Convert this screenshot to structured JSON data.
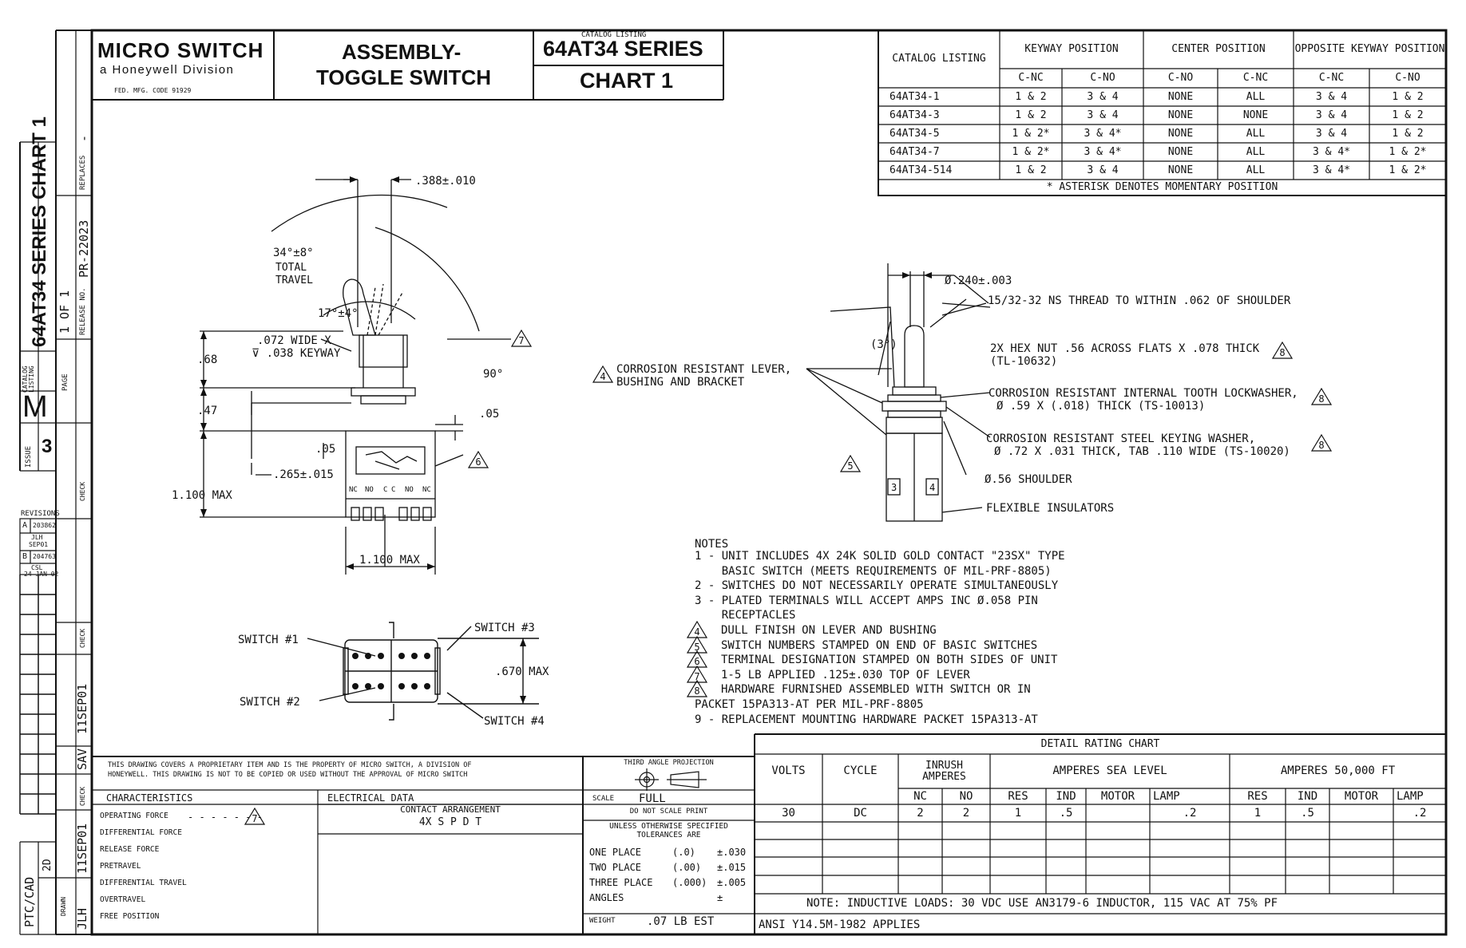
{
  "title_block": {
    "brand": "MICRO SWITCH",
    "division": "a Honeywell Division",
    "fed_code": "FED. MFG. CODE 91929",
    "title_line1": "ASSEMBLY-",
    "title_line2": "TOGGLE SWITCH",
    "catalog_listing_caption": "CATALOG LISTING",
    "series": "64AT34 SERIES",
    "chart": "CHART 1"
  },
  "side_strip": {
    "catalog_listing_label": "CATALOG LISTING",
    "series_chart": "64AT34 SERIES CHART 1",
    "m_mark": "M",
    "issue_label": "ISSUE",
    "issue": "3",
    "page_label": "PAGE",
    "page": "1 OF 1",
    "release_label": "RELEASE NO.",
    "release_no": "PR-22023",
    "replaces_label": "REPLACES",
    "replaces": "-",
    "check_label": "CHECK",
    "date_1": "11SEP01",
    "sav": "SAV",
    "drawn_label": "DRAWN",
    "date_2": "11SEP01",
    "jlh": "JLH",
    "ptc_cad": "PTC/CAD",
    "two_d": "2D"
  },
  "revisions": {
    "label": "REVISIONS",
    "rows": [
      {
        "letter": "A",
        "number": "203862",
        "by": "JLH",
        "date": "SEP01"
      },
      {
        "letter": "B",
        "number": "204763",
        "by": "CSL",
        "date": "24 JAN 02"
      }
    ]
  },
  "catalog_table": {
    "header_catalog": "CATALOG LISTING",
    "groups": [
      "KEYWAY POSITION",
      "CENTER POSITION",
      "OPPOSITE KEYWAY POSITION"
    ],
    "sub_headers": [
      "C-NC",
      "C-NO",
      "C-NO",
      "C-NC",
      "C-NC",
      "C-NO"
    ],
    "rows": [
      [
        "64AT34-1",
        "1 & 2",
        "3 & 4",
        "NONE",
        "ALL",
        "3 & 4",
        "1 & 2"
      ],
      [
        "64AT34-3",
        "1 & 2",
        "3 & 4",
        "NONE",
        "NONE",
        "3 & 4",
        "1 & 2"
      ],
      [
        "64AT34-5",
        "1 & 2*",
        "3 & 4*",
        "NONE",
        "ALL",
        "3 & 4",
        "1 & 2"
      ],
      [
        "64AT34-7",
        "1 & 2*",
        "3 & 4*",
        "NONE",
        "ALL",
        "3 & 4*",
        "1 & 2*"
      ],
      [
        "64AT34-514",
        "1 & 2",
        "3 & 4",
        "NONE",
        "ALL",
        "3 & 4*",
        "1 & 2*"
      ]
    ],
    "footnote": "* ASTERISK DENOTES MOMENTARY POSITION"
  },
  "left_view": {
    "dim_388": ".388±.010",
    "travel_34": "34°±8°",
    "total_travel": "TOTAL TRAVEL",
    "travel_17": "17°±4°",
    "keyway_1": ".072 WIDE X",
    "keyway_2": "⊽ .038 KEYWAY",
    "dim_68": ".68",
    "dim_47": ".47",
    "angle_90": "90°",
    "dim_05a": ".05",
    "dim_05b": ".05",
    "dim_265": ".265±.015",
    "dim_1100_max_v": "1.100 MAX",
    "dim_1100_max_h": "1.100 MAX",
    "terminals": [
      "NC",
      "NO",
      "C",
      "C",
      "NO",
      "NC"
    ],
    "callout_7": "7",
    "callout_6": "6"
  },
  "bottom_view": {
    "switch_1": "SWITCH #1",
    "switch_2": "SWITCH #2",
    "switch_3": "SWITCH #3",
    "switch_4": "SWITCH #4",
    "dim_670": ".670 MAX"
  },
  "right_view": {
    "dim_240": "Ø.240±.003",
    "thread": "15/32-32 NS THREAD TO WITHIN .062 OF SHOULDER",
    "angle_3": "(3°)",
    "hex_nut_1": "2X HEX NUT .56 ACROSS FLATS X .078 THICK",
    "hex_nut_2": "(TL-10632)",
    "lock_1": "CORROSION RESISTANT INTERNAL TOOTH LOCKWASHER,",
    "lock_2": "Ø .59 X (.018) THICK (TS-10013)",
    "key_1": "CORROSION RESISTANT STEEL KEYING WASHER,",
    "key_2": "Ø .72 X .031 THICK, TAB .110 WIDE (TS-10020)",
    "shoulder": "Ø.56 SHOULDER",
    "insulators": "FLEXIBLE INSULATORS",
    "corr_1": "CORROSION RESISTANT LEVER,",
    "corr_2": "BUSHING AND BRACKET",
    "switch_numbers": [
      "3",
      "4"
    ],
    "callout_4": "4",
    "callout_5": "5",
    "callout_8": "8"
  },
  "notes": {
    "title": "NOTES",
    "lines": [
      "1 - UNIT INCLUDES 4X 24K SOLID GOLD CONTACT \"23SX\" TYPE",
      "    BASIC SWITCH (MEETS REQUIREMENTS OF MIL-PRF-8805)",
      "2 - SWITCHES DO NOT NECESSARILY OPERATE SIMULTANEOUSLY",
      "3 - PLATED TERMINALS WILL ACCEPT AMPS INC Ø.058 PIN",
      "    RECEPTACLES",
      "DULL FINISH ON LEVER AND BUSHING",
      "SWITCH NUMBERS STAMPED ON END OF BASIC SWITCHES",
      "TERMINAL DESIGNATION STAMPED ON BOTH SIDES OF UNIT",
      "1-5 LB APPLIED .125±.030 TOP OF LEVER",
      "HARDWARE FURNISHED ASSEMBLED WITH SWITCH OR IN",
      "PACKET 15PA313-AT PER MIL-PRF-8805",
      "9 - REPLACEMENT MOUNTING HARDWARE PACKET 15PA313-AT"
    ],
    "flags": [
      "4",
      "5",
      "6",
      "7",
      "8"
    ]
  },
  "proprietary": {
    "line1": "THIS DRAWING COVERS A PROPRIETARY ITEM AND IS THE PROPERTY OF MICRO SWITCH, A DIVISION OF",
    "line2": "HONEYWELL. THIS DRAWING IS NOT TO BE COPIED OR USED WITHOUT THE APPROVAL OF MICRO SWITCH"
  },
  "characteristics": {
    "header": "CHARACTERISTICS",
    "items": [
      "OPERATING FORCE",
      "DIFFERENTIAL FORCE",
      "RELEASE FORCE",
      "PRETRAVEL",
      "DIFFERENTIAL TRAVEL",
      "OVERTRAVEL",
      "FREE POSITION"
    ],
    "op_force_dashes": "- - - - - - -",
    "op_force_flag": "7"
  },
  "electrical": {
    "header": "ELECTRICAL DATA",
    "contact_label": "CONTACT ARRANGEMENT",
    "contact_value": "4X S P D T"
  },
  "tolerances": {
    "projection": "THIRD ANGLE PROJECTION",
    "scale_label": "SCALE",
    "scale_value": "FULL",
    "do_not_scale": "DO NOT SCALE PRINT",
    "unless_1": "UNLESS OTHERWISE SPECIFIED",
    "unless_2": "TOLERANCES ARE",
    "rows": [
      {
        "label": "ONE PLACE",
        "format": "(.0)",
        "value": "±.030"
      },
      {
        "label": "TWO PLACE",
        "format": "(.00)",
        "value": "±.015"
      },
      {
        "label": "THREE PLACE",
        "format": "(.000)",
        "value": "±.005"
      },
      {
        "label": "ANGLES",
        "format": "",
        "value": "±"
      }
    ],
    "weight_label": "WEIGHT",
    "weight_value": ".07 LB EST"
  },
  "rating_chart": {
    "title": "DETAIL RATING CHART",
    "volts": "VOLTS",
    "cycle": "CYCLE",
    "inrush": "INRUSH AMPERES",
    "sea_level": "AMPERES SEA LEVEL",
    "altitude": "AMPERES 50,000 FT",
    "sub": [
      "NC",
      "NO",
      "RES",
      "IND",
      "MOTOR",
      "LAMP",
      "RES",
      "IND",
      "MOTOR",
      "LAMP"
    ],
    "row": [
      "30",
      "DC",
      "2",
      "2",
      "1",
      ".5",
      "",
      ".2",
      "1",
      ".5",
      "",
      ".2"
    ],
    "note": "NOTE:  INDUCTIVE LOADS:  30 VDC USE AN3179-6 INDUCTOR, 115 VAC AT 75% PF",
    "ansi": "ANSI Y14.5M-1982 APPLIES"
  }
}
